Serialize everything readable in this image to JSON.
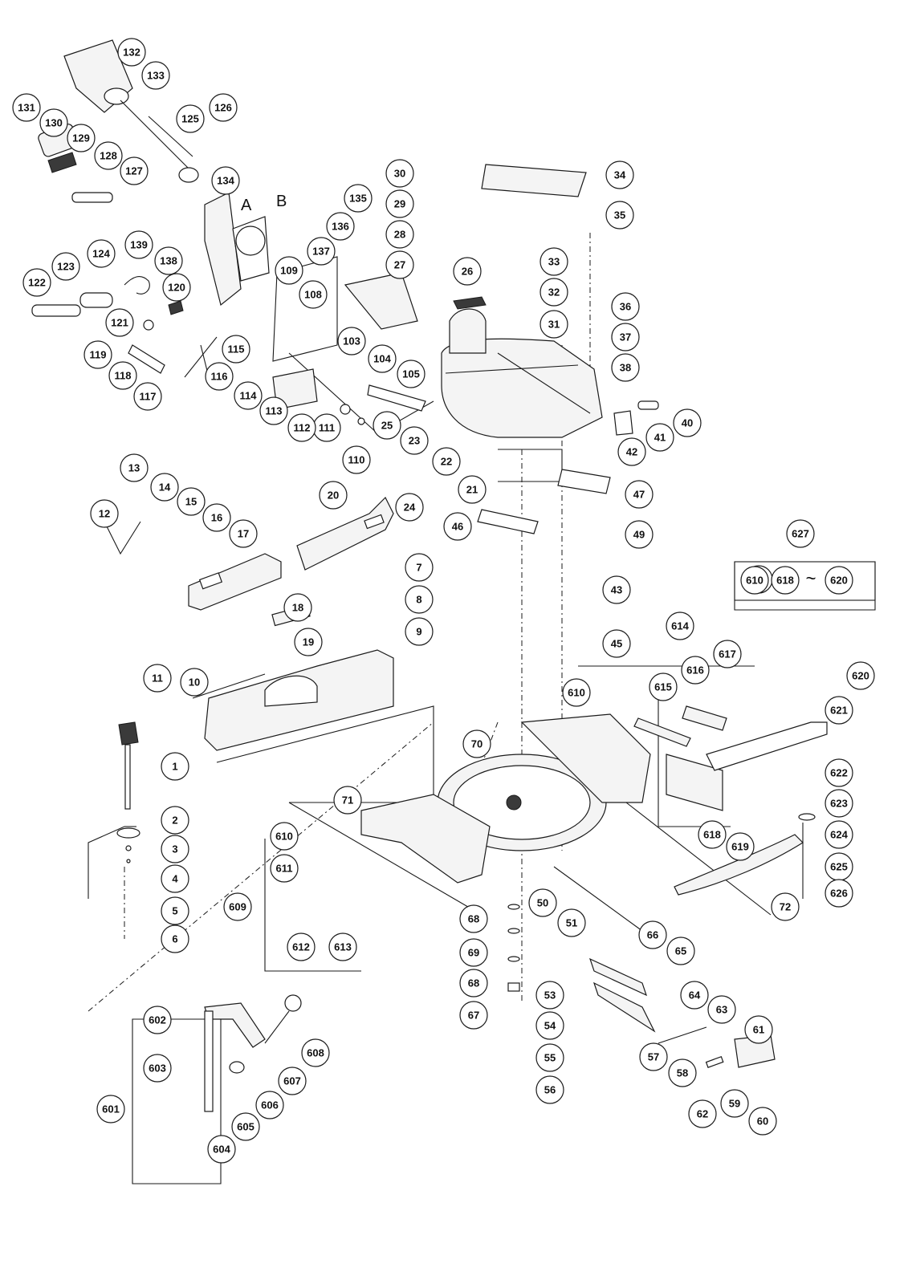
{
  "diagram": {
    "callouts": [
      "1",
      "2",
      "3",
      "4",
      "5",
      "6",
      "7",
      "8",
      "9",
      "10",
      "11",
      "12",
      "13",
      "14",
      "15",
      "16",
      "17",
      "18",
      "19",
      "20",
      "21",
      "22",
      "23",
      "24",
      "25",
      "26",
      "27",
      "28",
      "29",
      "30",
      "31",
      "32",
      "33",
      "34",
      "35",
      "36",
      "37",
      "38",
      "40",
      "41",
      "42",
      "43",
      "45",
      "46",
      "47",
      "49",
      "50",
      "51",
      "53",
      "54",
      "55",
      "56",
      "57",
      "58",
      "59",
      "60",
      "61",
      "62",
      "63",
      "64",
      "65",
      "66",
      "67",
      "68",
      "68",
      "69",
      "70",
      "71",
      "72",
      "103",
      "104",
      "105",
      "108",
      "109",
      "110",
      "111",
      "112",
      "113",
      "114",
      "115",
      "116",
      "117",
      "118",
      "119",
      "120",
      "121",
      "122",
      "123",
      "124",
      "125",
      "126",
      "127",
      "128",
      "129",
      "130",
      "131",
      "132",
      "133",
      "134",
      "135",
      "136",
      "137",
      "138",
      "139",
      "601",
      "602",
      "603",
      "604",
      "605",
      "606",
      "607",
      "608",
      "609",
      "610",
      "610",
      "610",
      "611",
      "612",
      "613",
      "614",
      "615",
      "616",
      "617",
      "618",
      "619",
      "620",
      "621",
      "622",
      "623",
      "624",
      "625",
      "626",
      "627"
    ],
    "view_labels": [
      "A",
      "B"
    ],
    "legend_627": {
      "title": "627",
      "items": [
        "610",
        "618",
        "620"
      ],
      "range_symbol": "~"
    }
  }
}
